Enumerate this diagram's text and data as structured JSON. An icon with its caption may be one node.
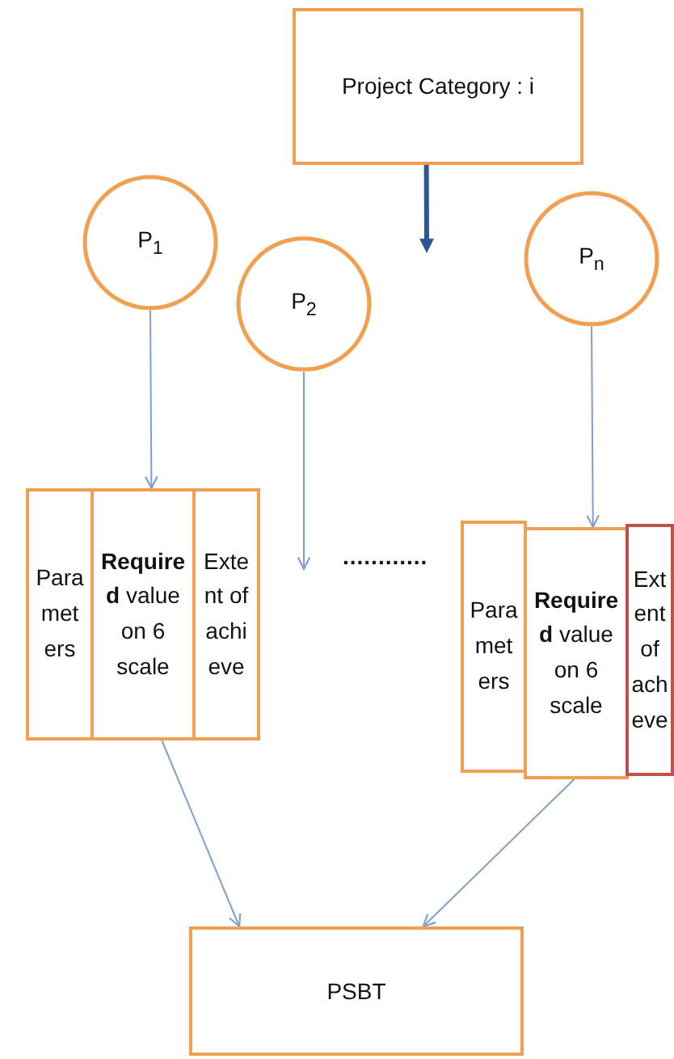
{
  "diagram": {
    "nodes": [
      {
        "text": [
          "Project Category : i"
        ]
      },
      {
        "text": [
          "P$_{1}$"
        ]
      },
      {
        "text": [
          "P$_{2}$"
        ]
      },
      {
        "text": [
          "P$_{n}$"
        ]
      },
      {
        "text": [
          "Para met ers"
        ]
      },
      {
        "text": [
          "**Require d** value on 6 scale"
        ]
      },
      {
        "text": [
          "Exte nt of achi eve"
        ]
      },
      {
        "text": [
          "Para met ers"
        ]
      },
      {
        "text": [
          "**Require d** value on 6 scale"
        ]
      },
      {
        "text": [
          "Ext ent of ach eve"
        ]
      },
      {
        "text": [
          "PSBT"
        ]
      }
    ],
    "edges": [
      {
        "from": 0,
        "to": null,
        "arrow": "to",
        "style": "thick",
        "color": "#2f5597"
      },
      {
        "from": 1,
        "to": 5,
        "arrow": "to"
      },
      {
        "from": 2,
        "to": null,
        "arrow": "to"
      },
      {
        "from": 3,
        "to": 8,
        "arrow": "to"
      },
      {
        "from": 5,
        "to": 10,
        "arrow": "to"
      },
      {
        "from": 8,
        "to": 10,
        "arrow": "to"
      }
    ],
    "labels": [
      "............"
    ]
  }
}
